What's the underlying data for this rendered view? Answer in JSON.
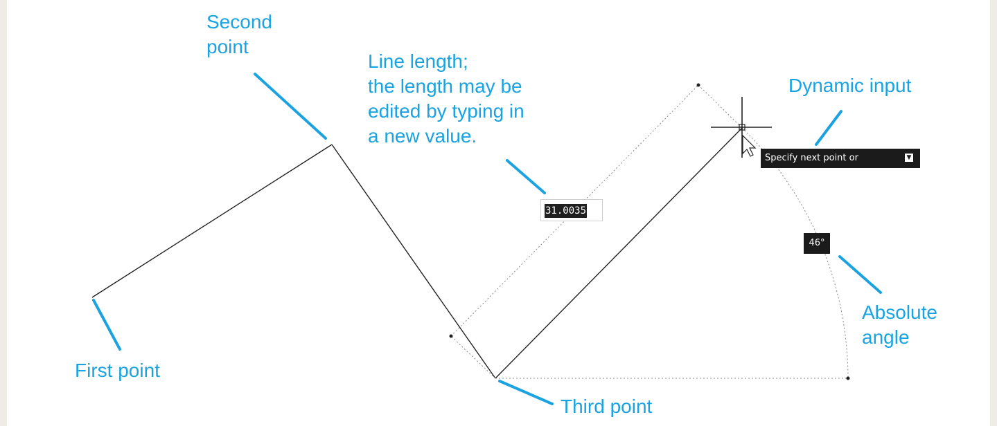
{
  "callouts": {
    "first_point": "First point",
    "second_point": "Second\npoint",
    "third_point": "Third point",
    "line_length": "Line length;\nthe length may be\nedited by typing in\na new value.",
    "dynamic_input": "Dynamic input",
    "absolute_angle": "Absolute\nangle"
  },
  "dynamic_input": {
    "length_value": "31.0035",
    "prompt": "Specify next point or",
    "prompt_icon": "down-arrow-icon",
    "angle_value": "46°"
  },
  "colors": {
    "callout": "#1aa3e0",
    "tooltip_bg": "#1b1b1b",
    "page_border": "#efece5"
  }
}
